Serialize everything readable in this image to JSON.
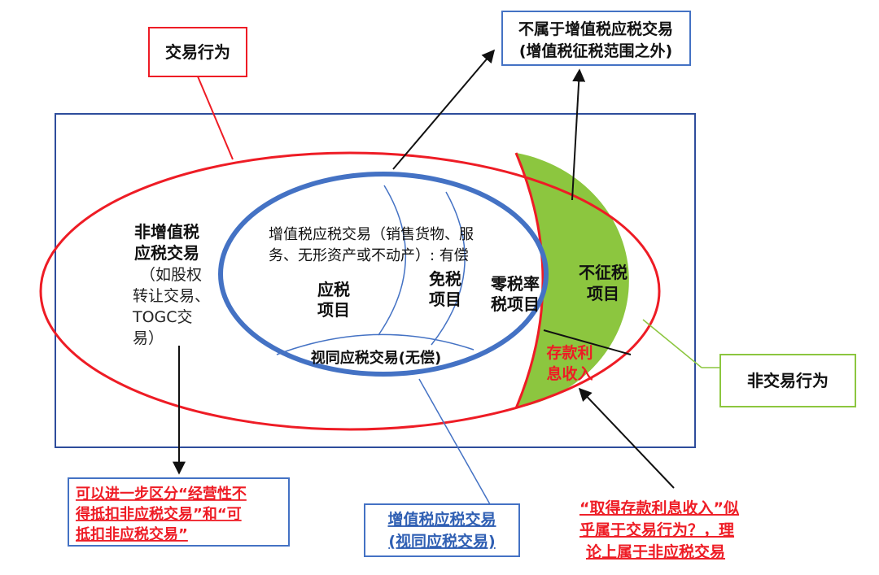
{
  "labels": {
    "transaction_box": "交易行为",
    "outside_scope_1": "不属于增值税应税交易",
    "outside_scope_2": "(增值税征税范围之外)",
    "non_vat_taxable_1": "非增值税",
    "non_vat_taxable_2": "应税交易",
    "non_vat_example_1": "（如股权",
    "non_vat_example_2": "转让交易、",
    "non_vat_example_3": "TOGC交",
    "non_vat_example_4": "易）",
    "vat_taxable_1": "增值税应税交易（销售货物、服",
    "vat_taxable_2": "务、无形资产或不动产）: 有偿",
    "taxable_item_1": "应税",
    "taxable_item_2": "项目",
    "exempt_item_1": "免税",
    "exempt_item_2": "项目",
    "zero_rate_item_1": "零税率",
    "zero_rate_item_2": "税项目",
    "deemed_taxable": "视同应税交易(无偿)",
    "not_levied_1": "不征税",
    "not_levied_2": "项目",
    "deposit_interest_1": "存款利",
    "deposit_interest_2": "息收入",
    "non_transaction_box": "非交易行为",
    "note_left_1": "可以进一步区分“经营性不",
    "note_left_2": "得抵扣非应税交易”和“可",
    "note_left_3": "抵扣非应税交易”",
    "note_middle_1": "增值税应税交易",
    "note_middle_2": "(视同应税交易)",
    "note_right_1": "“取得存款利息收入”似",
    "note_right_2": "乎属于交易行为？，理",
    "note_right_3": "论上属于非应税交易"
  },
  "colors": {
    "outer_frame": "#2e4d9c",
    "red_ellipse": "#ee1c25",
    "blue_ellipse": "#4472c4",
    "green_region": "#8cc63f",
    "red_text": "#ee1c25",
    "blue_text": "#2f5fb3",
    "green_border": "#8cc63f"
  }
}
